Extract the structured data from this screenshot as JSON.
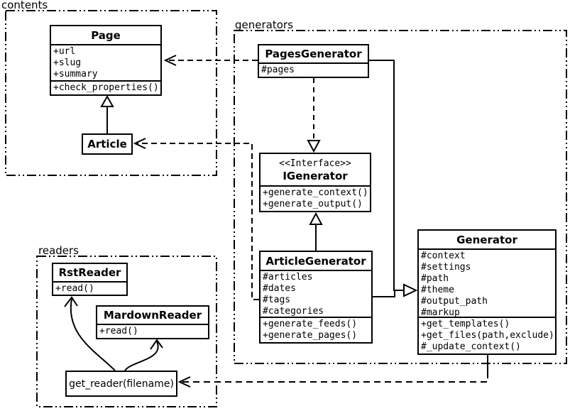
{
  "diagram": {
    "packages": {
      "contents": {
        "label": "contents"
      },
      "generators": {
        "label": "generators"
      },
      "readers": {
        "label": "readers"
      }
    },
    "classes": {
      "page": {
        "title": "Page",
        "attributes": [
          "+url",
          "+slug",
          "+summary"
        ],
        "methods": [
          "+check_properties()"
        ]
      },
      "article": {
        "title": "Article"
      },
      "pages_generator": {
        "title": "PagesGenerator",
        "attributes": [
          "#pages"
        ]
      },
      "igenerator": {
        "stereotype": "<<Interface>>",
        "title": "IGenerator",
        "methods": [
          "+generate_context()",
          "+generate_output()"
        ]
      },
      "article_generator": {
        "title": "ArticleGenerator",
        "attributes": [
          "#articles",
          "#dates",
          "#tags",
          "#categories"
        ],
        "methods": [
          "+generate_feeds()",
          "+generate_pages()"
        ]
      },
      "generator": {
        "title": "Generator",
        "attributes": [
          "#context",
          "#settings",
          "#path",
          "#theme",
          "#output_path",
          "#markup"
        ],
        "methods": [
          "+get_templates()",
          "+get_files(path,exclude)",
          "#_update_context()"
        ]
      },
      "rst_reader": {
        "title": "RstReader",
        "methods": [
          "+read()"
        ]
      },
      "mardown_reader": {
        "title": "MardownReader",
        "methods": [
          "+read()"
        ]
      },
      "get_reader": {
        "title": "get_reader(filename)"
      }
    },
    "colors": {
      "line": "#000000",
      "background": "#ffffff",
      "box_fill": "#ffffff"
    }
  }
}
